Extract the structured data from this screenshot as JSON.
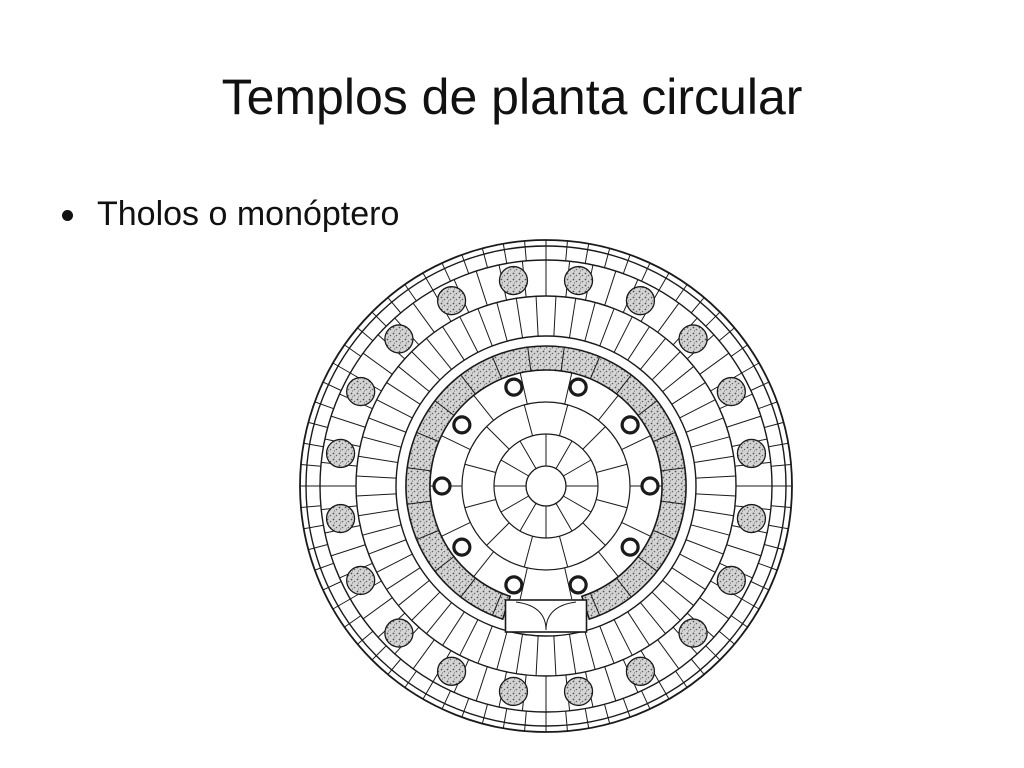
{
  "slide": {
    "title": "Templos de planta circular",
    "bullets": [
      {
        "text": "Tholos o monóptero"
      }
    ]
  },
  "figure": {
    "subject": "tholos-floor-plan",
    "outer_column_count": 20,
    "inner_column_count": 10,
    "line_color": "#1a1a1a",
    "column_fill": "#bcbcbc",
    "background": "#ffffff"
  }
}
